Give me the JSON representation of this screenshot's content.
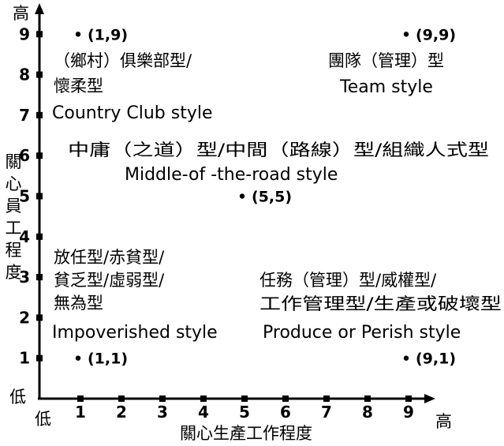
{
  "chart_data": {
    "type": "scatter",
    "xlim": [
      0,
      10
    ],
    "ylim": [
      0,
      10
    ],
    "x_ticks": [
      "1",
      "2",
      "3",
      "4",
      "5",
      "6",
      "7",
      "8",
      "9"
    ],
    "y_ticks": [
      "1",
      "2",
      "3",
      "4",
      "5",
      "6",
      "7",
      "8",
      "9"
    ],
    "x_low_label": "低",
    "x_high_label": "高",
    "y_low_label": "低",
    "y_high_label": "高",
    "xlabel": "關心生產工作程度",
    "ylabel": "關心員工程度",
    "points": [
      {
        "x": 1,
        "y": 9,
        "label": "(1,9)"
      },
      {
        "x": 9,
        "y": 9,
        "label": "(9,9)"
      },
      {
        "x": 5,
        "y": 5,
        "label": "(5,5)"
      },
      {
        "x": 1,
        "y": 1,
        "label": "(1,1)"
      },
      {
        "x": 9,
        "y": 1,
        "label": "(9,1)"
      }
    ],
    "styles": {
      "country_club": {
        "zh_lines": [
          "（鄉村）俱樂部型/",
          "懷柔型"
        ],
        "en": "Country Club style"
      },
      "team": {
        "zh_lines": [
          "團隊（管理）型"
        ],
        "en": "Team style"
      },
      "middle_of_the_road": {
        "zh_lines": [
          "中庸（之道）型/中間（路線）型/組織人式型"
        ],
        "en": "Middle-of -the-road style"
      },
      "impoverished": {
        "zh_lines": [
          "放任型/赤貧型/",
          "貧乏型/虛弱型/",
          "無為型"
        ],
        "en": "Impoverished style"
      },
      "produce_or_perish": {
        "zh_lines": [
          "任務（管理）型/威權型/",
          "工作管理型/生產或破壞型"
        ],
        "en": "Produce or Perish style"
      }
    }
  }
}
